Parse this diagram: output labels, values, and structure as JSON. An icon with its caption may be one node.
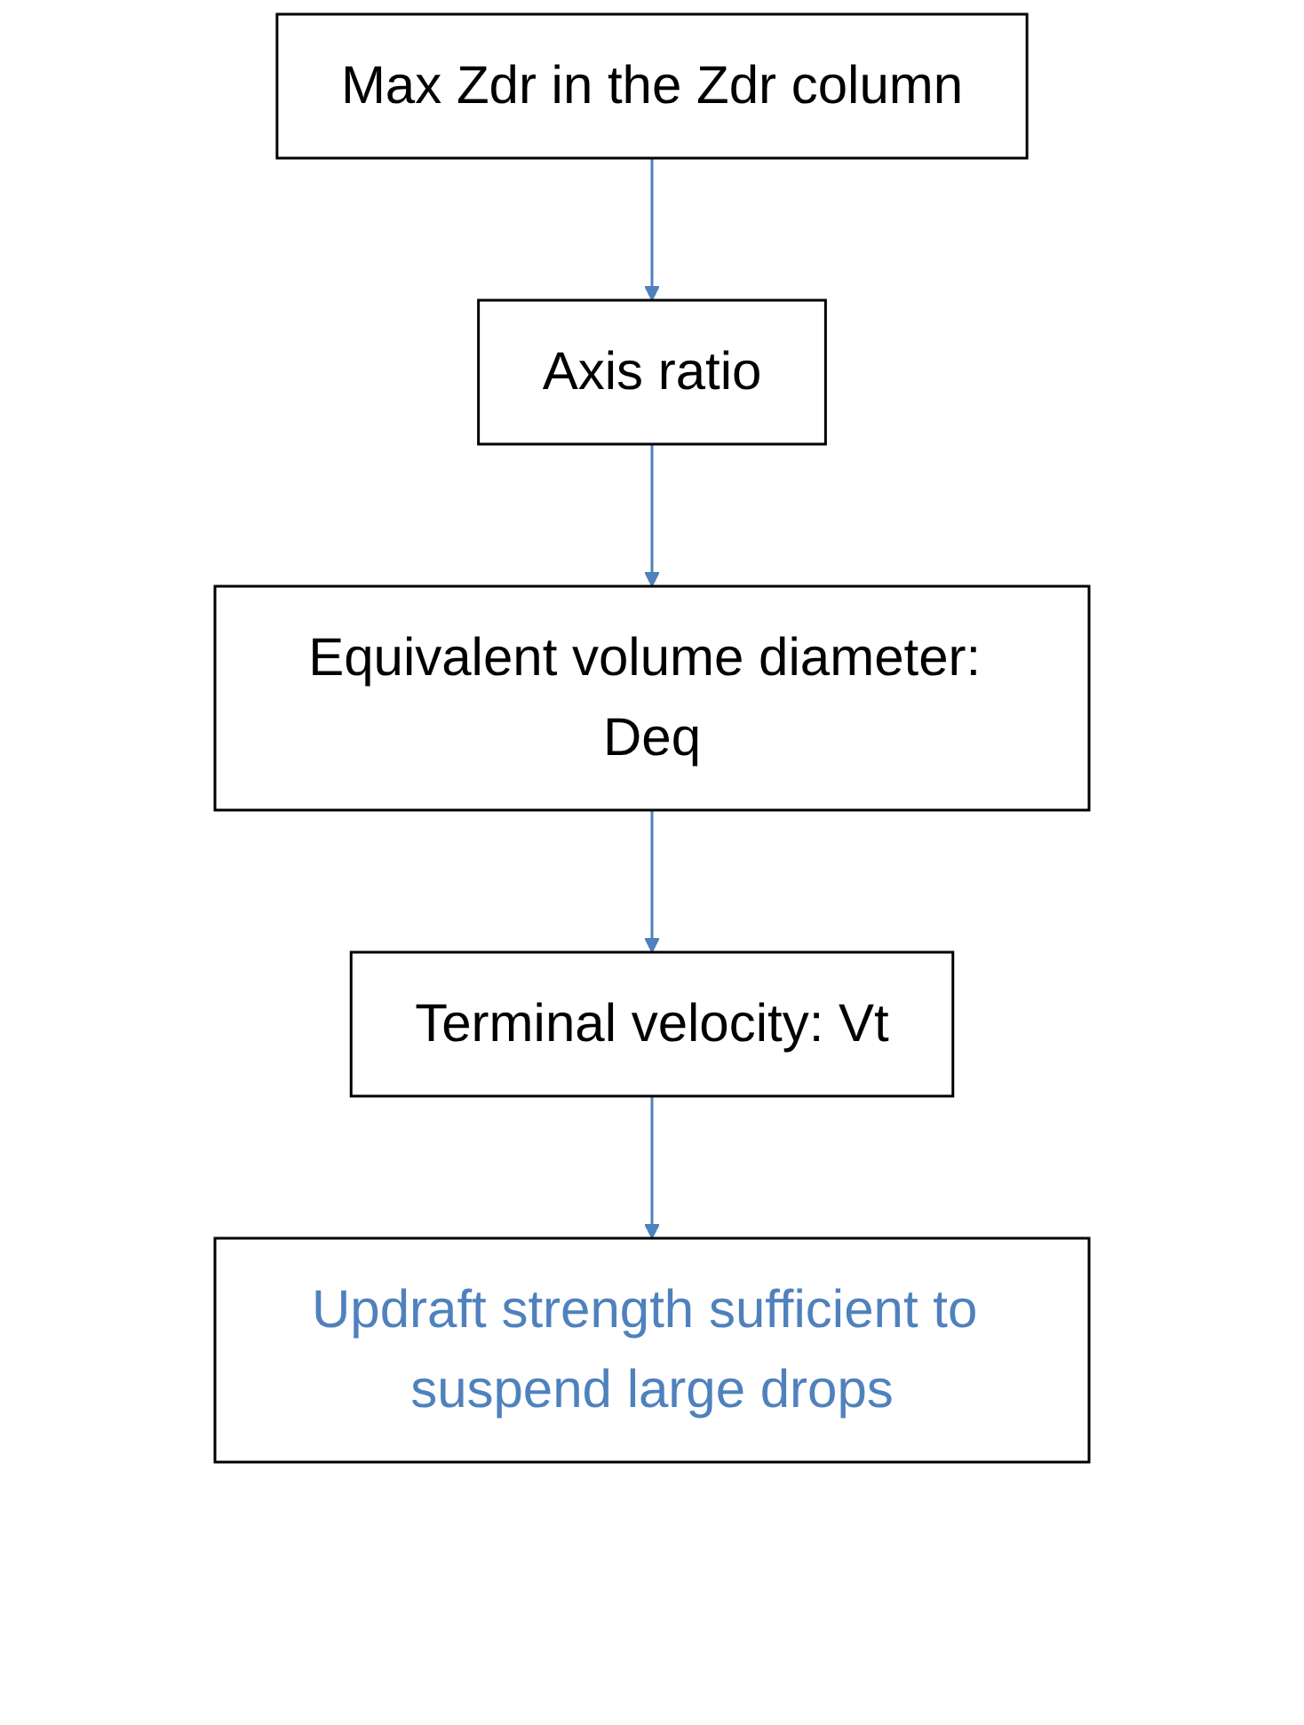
{
  "diagram": {
    "nodes": [
      {
        "text": [
          "Max Zdr in the Zdr column"
        ]
      },
      {
        "text": [
          "Axis ratio"
        ]
      },
      {
        "text": [
          "Equivalent volume diameter: Deq"
        ]
      },
      {
        "text": [
          "Terminal velocity: Vt"
        ]
      },
      {
        "text": [
          "Updraft strength sufficient to suspend large drops"
        ]
      }
    ],
    "edges": [
      {
        "from": 0,
        "to": 1,
        "arrow": "to"
      },
      {
        "from": 1,
        "to": 2,
        "arrow": "to"
      },
      {
        "from": 2,
        "to": 3,
        "arrow": "to"
      },
      {
        "from": 3,
        "to": 4,
        "arrow": "to"
      }
    ]
  }
}
